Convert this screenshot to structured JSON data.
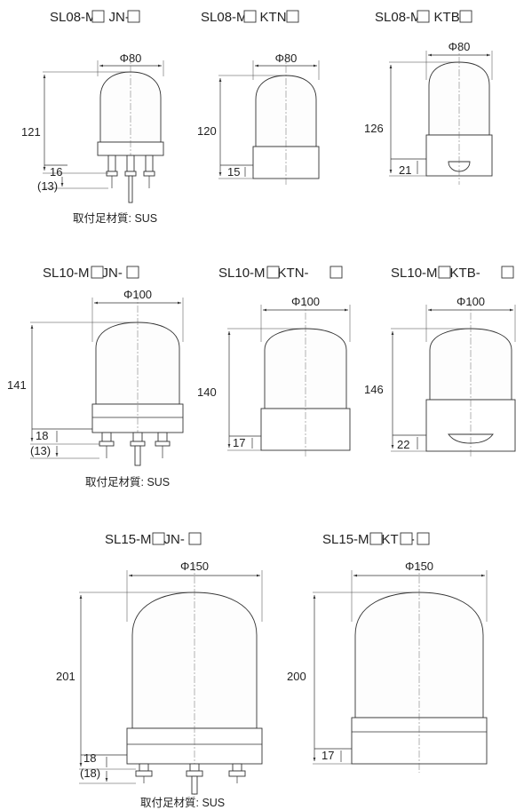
{
  "mounting_note": "取付足材質: SUS",
  "models": [
    {
      "title_pre": "SL08-M",
      "title_post": "JN-",
      "diameter": "Φ80",
      "height": "121",
      "base": "16",
      "base2": "(13)"
    },
    {
      "title_pre": "SL08-M",
      "title_post": "KTN-",
      "diameter": "Φ80",
      "height": "120",
      "base": "15"
    },
    {
      "title_pre": "SL08-M",
      "title_post": "KTB-",
      "diameter": "Φ80",
      "height": "126",
      "base": "21"
    },
    {
      "title_pre": "SL10-M",
      "title_post": "JN-",
      "diameter": "Φ100",
      "height": "141",
      "base": "18",
      "base2": "(13)"
    },
    {
      "title_pre": "SL10-M",
      "title_post": "KTN-",
      "diameter": "Φ100",
      "height": "140",
      "base": "17"
    },
    {
      "title_pre": "SL10-M",
      "title_post": "KTB-",
      "diameter": "Φ100",
      "height": "146",
      "base": "22"
    },
    {
      "title_pre": "SL15-M",
      "title_post": "JN-",
      "diameter": "Φ150",
      "height": "201",
      "base": "18",
      "base2": "(18)"
    },
    {
      "title_pre": "SL15-M",
      "title_mid": "KT",
      "title_post": "-",
      "diameter": "Φ150",
      "height": "200",
      "base": "17"
    }
  ]
}
